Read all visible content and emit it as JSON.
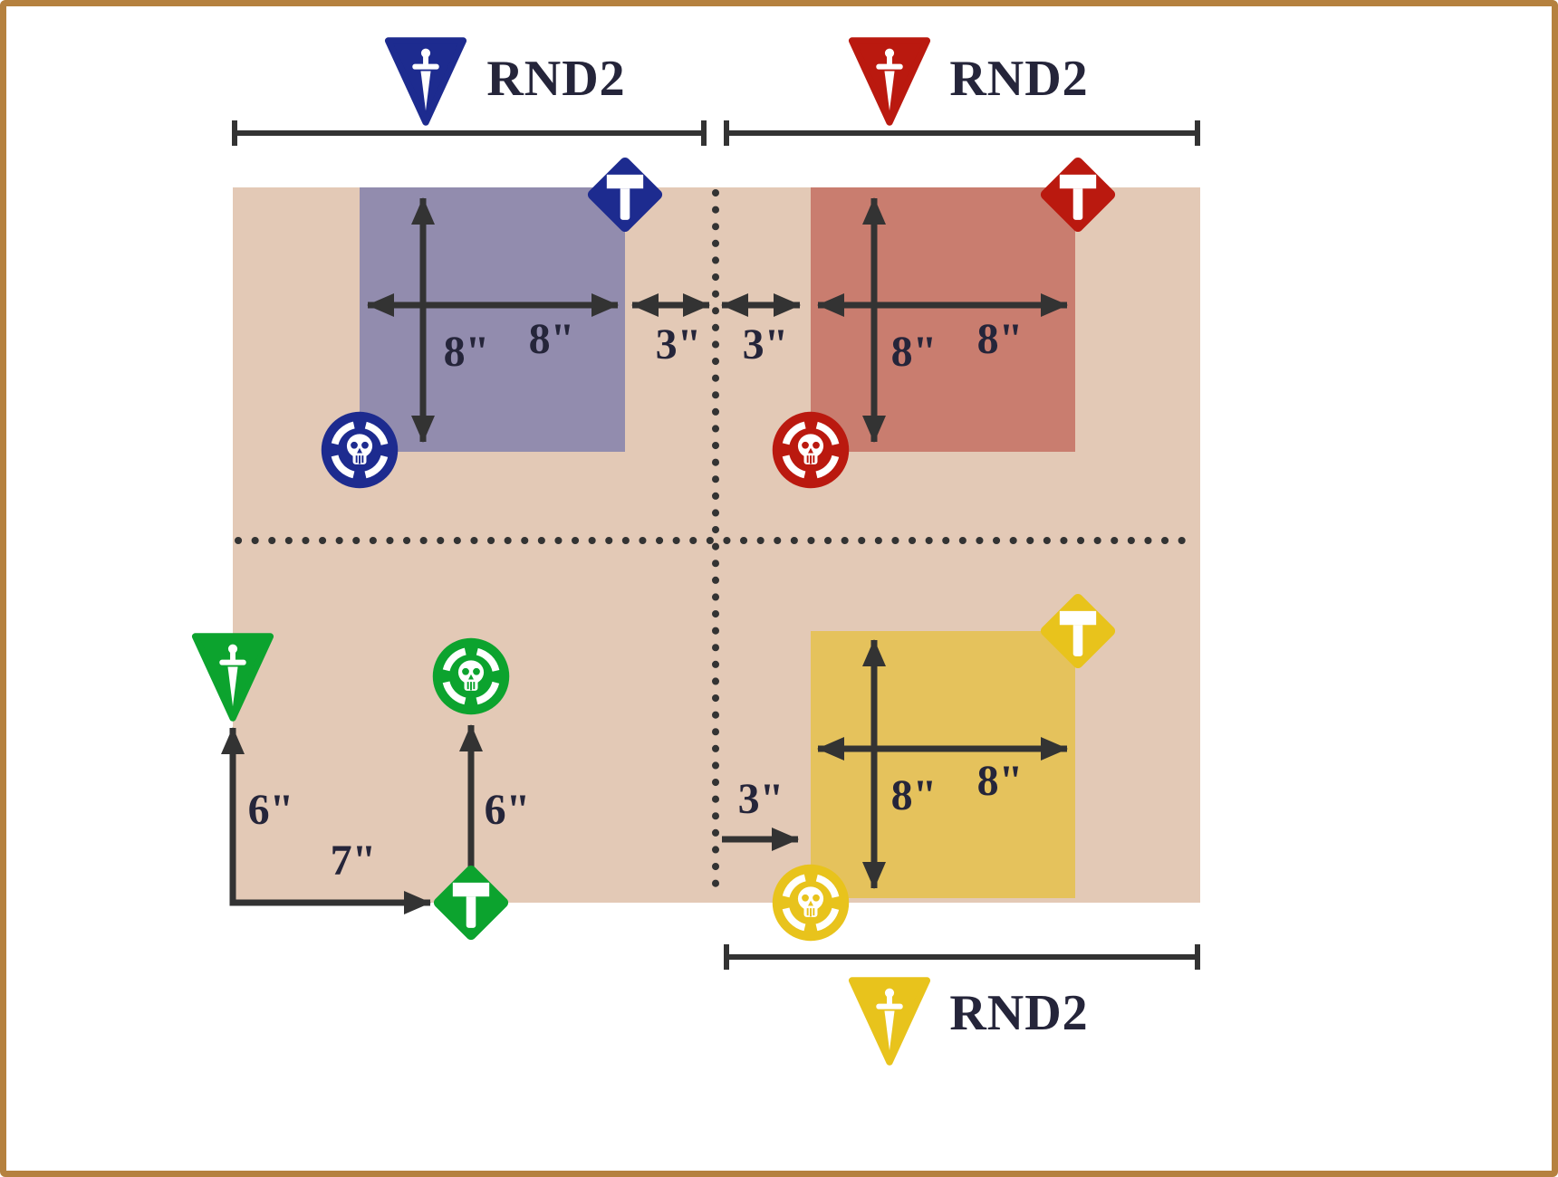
{
  "colors": {
    "border": "#b5813f",
    "board": "#e3c9b6",
    "blue": "#1d2b8f",
    "red": "#ba190f",
    "green": "#0ca32e",
    "yellow": "#e8c31c",
    "blue-zone": "#928cae",
    "red-zone": "#c97d6f",
    "yellow-zone": "#e5c25c",
    "arrow": "#333333",
    "text": "#25253a"
  },
  "labels": {
    "rnd2_blue": "RND2",
    "rnd2_red": "RND2",
    "rnd2_yellow": "RND2"
  },
  "measurements": {
    "blue_vertical": "8\"",
    "blue_horizontal": "8\"",
    "blue_gap": "3\"",
    "red_gap": "3\"",
    "red_vertical": "8\"",
    "red_horizontal": "8\"",
    "yellow_gap": "3\"",
    "yellow_vertical": "8\"",
    "yellow_horizontal": "8\"",
    "green_left_height": "6\"",
    "green_bottom_width": "7\"",
    "green_middle_height": "6\""
  }
}
